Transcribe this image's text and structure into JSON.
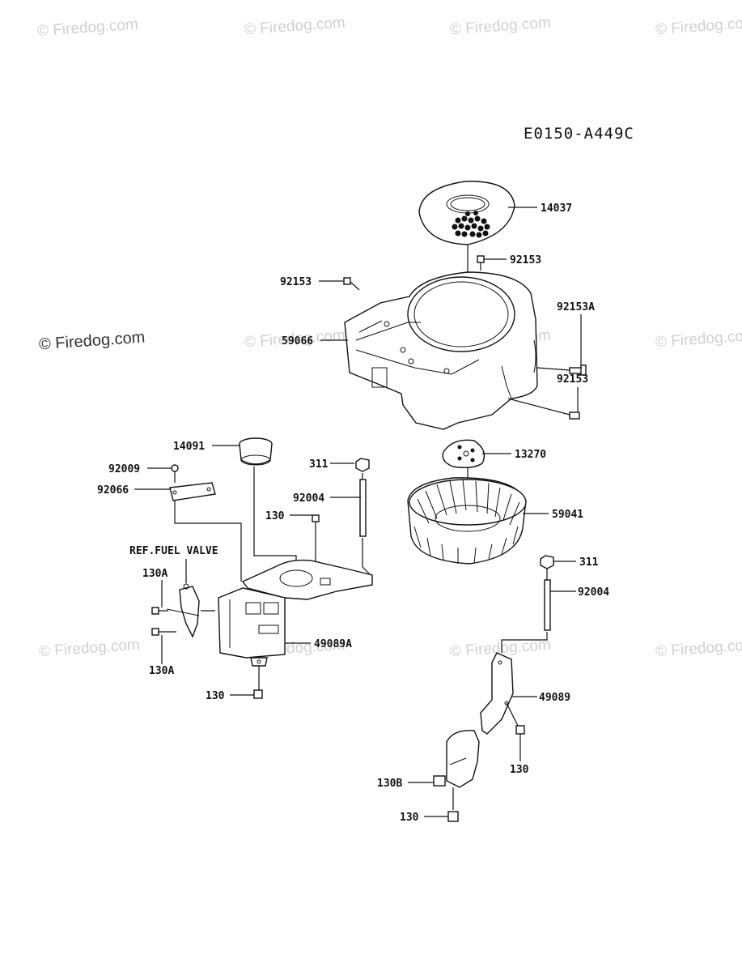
{
  "diagram_code": "E0150-A449C",
  "watermark": "© Firedog.com",
  "callouts": {
    "c14037": "14037",
    "c92153_top": "92153",
    "c92153_left": "92153",
    "c92153A": "92153A",
    "c59066": "59066",
    "c92153_right": "92153",
    "c14091": "14091",
    "c13270": "13270",
    "c92009": "92009",
    "c311_left": "311",
    "c92066": "92066",
    "c92004_left": "92004",
    "c59041": "59041",
    "c130_mid": "130",
    "ref_fuel_valve": "REF.FUEL VALVE",
    "c311_right": "311",
    "c130A_top": "130A",
    "c92004_right": "92004",
    "c49089A": "49089A",
    "c130A_bottom": "130A",
    "c130_left": "130",
    "c49089": "49089",
    "c130_right": "130",
    "c130B": "130B",
    "c130_bottom": "130"
  }
}
